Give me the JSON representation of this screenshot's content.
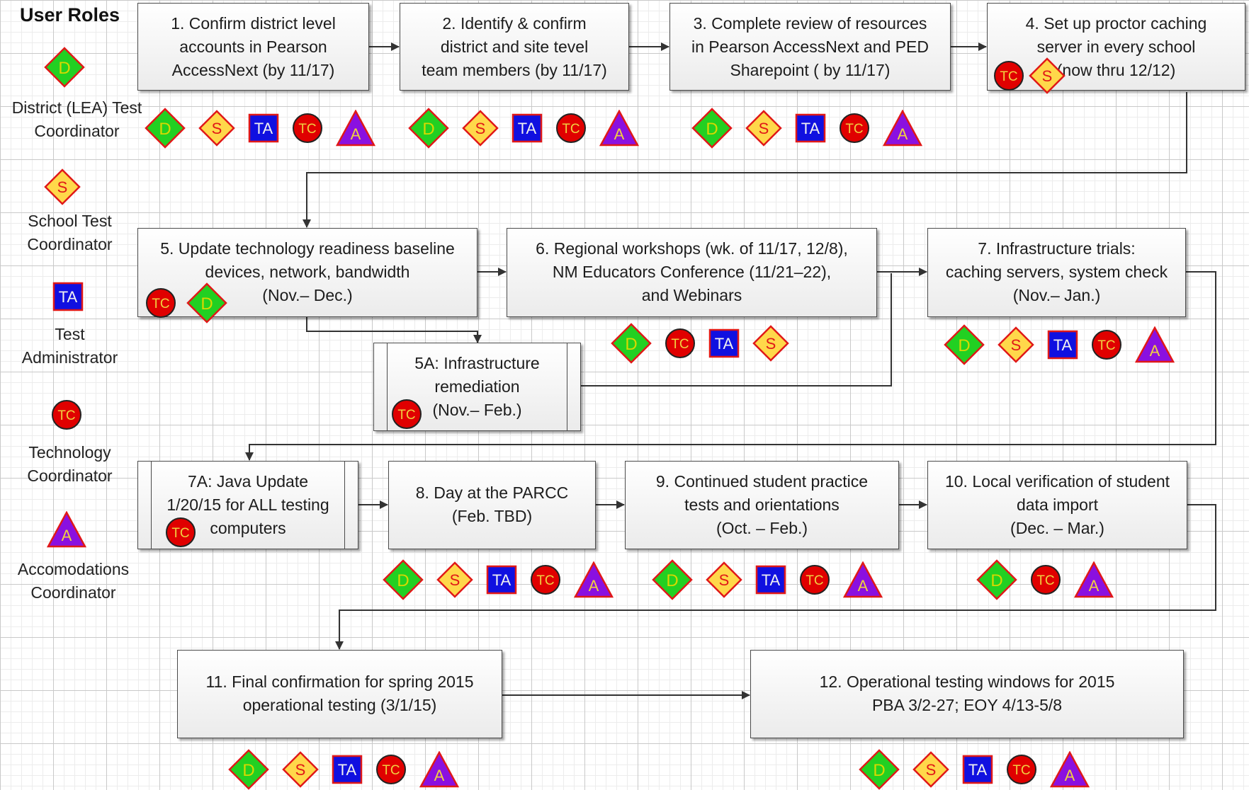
{
  "legend": {
    "title": "User Roles",
    "roles": [
      {
        "key": "D",
        "label": "District (LEA) Test\nCoordinator"
      },
      {
        "key": "S",
        "label": "School Test\nCoordinator"
      },
      {
        "key": "TA",
        "label": "Test\nAdministrator"
      },
      {
        "key": "TC",
        "label": "Technology\nCoordinator"
      },
      {
        "key": "A",
        "label": "Accomodations\nCoordinator"
      }
    ]
  },
  "icon_letters": {
    "D": "D",
    "S": "S",
    "TA": "TA",
    "TC": "TC",
    "A": "A"
  },
  "colors": {
    "D_fill": "#22d022",
    "D_stroke": "#e01818",
    "D_text": "#d8d800",
    "S_fill": "#ffd84a",
    "S_stroke": "#e01818",
    "S_text": "#e01818",
    "TA_fill": "#1010e0",
    "TA_stroke": "#e01818",
    "TA_text": "#f0f0f0",
    "TC_fill": "#e00000",
    "TC_stroke": "#222222",
    "TC_text": "#f0d040",
    "A_fill": "#8a10e0",
    "A_stroke": "#e01818",
    "A_text": "#f0d040",
    "connector": "#333333"
  },
  "steps": [
    {
      "id": "1",
      "text": "1. Confirm district level\naccounts in Pearson\nAccessNext (by 11/17)",
      "inline_roles": [],
      "roles": [
        "D",
        "S",
        "TA",
        "TC",
        "A"
      ]
    },
    {
      "id": "2",
      "text": "2. Identify & confirm\ndistrict and site tevel\nteam members (by 11/17)",
      "inline_roles": [],
      "roles": [
        "D",
        "S",
        "TA",
        "TC",
        "A"
      ]
    },
    {
      "id": "3",
      "text": "3. Complete review of resources\nin Pearson AccessNext and PED\nSharepoint ( by 11/17)",
      "inline_roles": [],
      "roles": [
        "D",
        "S",
        "TA",
        "TC",
        "A"
      ]
    },
    {
      "id": "4",
      "text": "4. Set up proctor caching\nserver in every school\n          (now thru 12/12)",
      "inline_roles": [
        "TC",
        "S"
      ],
      "roles": []
    },
    {
      "id": "5",
      "text": "5. Update technology readiness baseline\ndevices, network, bandwidth\n(Nov.– Dec.)",
      "inline_roles": [
        "TC",
        "D"
      ],
      "roles": []
    },
    {
      "id": "6",
      "text": "6. Regional workshops (wk. of 11/17, 12/8),\nNM Educators Conference (11/21–22),\nand Webinars",
      "inline_roles": [],
      "roles": [
        "D",
        "TC",
        "TA",
        "S"
      ]
    },
    {
      "id": "7",
      "text": "7. Infrastructure trials:\ncaching servers, system check\n(Nov.– Jan.)",
      "inline_roles": [],
      "roles": [
        "D",
        "S",
        "TA",
        "TC",
        "A"
      ]
    },
    {
      "id": "5A",
      "text": "5A: Infrastructure\nremediation\n   (Nov.– Feb.)",
      "inline_roles": [
        "TC"
      ],
      "roles": []
    },
    {
      "id": "7A",
      "text": "7A: Java Update\n1/20/15 for ALL testing\n     computers",
      "inline_roles": [
        "TC"
      ],
      "roles": []
    },
    {
      "id": "8",
      "text": "8. Day at the  PARCC\n(Feb. TBD)",
      "inline_roles": [],
      "roles": [
        "D",
        "S",
        "TA",
        "TC",
        "A"
      ]
    },
    {
      "id": "9",
      "text": "9. Continued student practice\ntests and orientations\n(Oct. – Feb.)",
      "inline_roles": [],
      "roles": [
        "D",
        "S",
        "TA",
        "TC",
        "A"
      ]
    },
    {
      "id": "10",
      "text": "10. Local verification of student\ndata import\n(Dec. – Mar.)",
      "inline_roles": [],
      "roles": [
        "D",
        "TC",
        "A"
      ]
    },
    {
      "id": "11",
      "text": "11. Final confirmation  for spring 2015\noperational testing (3/1/15)",
      "inline_roles": [],
      "roles": [
        "D",
        "S",
        "TA",
        "TC",
        "A"
      ]
    },
    {
      "id": "12",
      "text": "12. Operational testing windows for 2015\nPBA 3/2-27; EOY 4/13-5/8",
      "inline_roles": [],
      "roles": [
        "D",
        "S",
        "TA",
        "TC",
        "A"
      ]
    }
  ]
}
